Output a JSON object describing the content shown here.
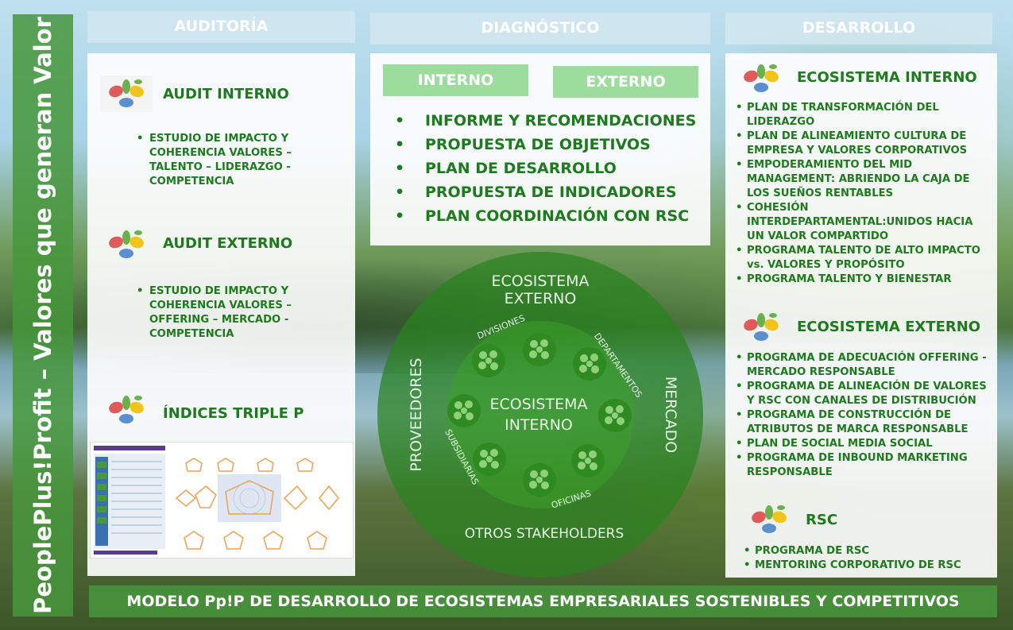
{
  "side_title": "PeoplePlus!Profit – Valores que generan Valor",
  "columns": {
    "auditoria": "AUDITORÍA",
    "diagnostico": "DIAGNÓSTICO",
    "desarrollo": "DESARROLLO"
  },
  "auditoria": {
    "interno": {
      "title": "AUDIT INTERNO",
      "bullet": "ESTUDIO DE IMPACTO Y COHERENCIA VALORES – TALENTO – LIDERAZGO - COMPETENCIA"
    },
    "externo": {
      "title": "AUDIT EXTERNO",
      "bullet": "ESTUDIO DE IMPACTO Y COHERENCIA VALORES – OFFERING – MERCADO - COMPETENCIA"
    },
    "triple": {
      "title": "ÍNDICES TRIPLE P"
    }
  },
  "diagnostico": {
    "tabs": [
      "INTERNO",
      "EXTERNO"
    ],
    "items": [
      "INFORME Y RECOMENDACIONES",
      "PROPUESTA DE OBJETIVOS",
      "PLAN DE DESARROLLO",
      "PROPUESTA DE INDICADORES",
      "PLAN COORDINACIÓN CON RSC"
    ]
  },
  "ecosystem": {
    "outer_top_1": "ECOSISTEMA",
    "outer_top_2": "EXTERNO",
    "left": "PROVEEDORES",
    "right": "MERCADO",
    "bottom": "OTROS STAKEHOLDERS",
    "inner_1": "ECOSISTEMA",
    "inner_2": "INTERNO",
    "divisiones": "DIVISIONES",
    "departamentos": "DEPARTAMENTOS",
    "subsidiarias": "SUBSIDIARIAS",
    "oficinas": "OFICINAS"
  },
  "desarrollo": {
    "interno": {
      "title": "ECOSISTEMA INTERNO",
      "items": [
        "PLAN DE TRANSFORMACIÓN DEL LIDERAZGO",
        "PLAN DE ALINEAMIENTO CULTURA DE EMPRESA Y VALORES CORPORATIVOS",
        "EMPODERAMIENTO DEL MID MANAGEMENT: ABRIENDO LA CAJA DE LOS SUEÑOS RENTABLES",
        "COHESIÓN INTERDEPARTAMENTAL:UNIDOS HACIA UN VALOR COMPARTIDO",
        "PROGRAMA TALENTO DE ALTO IMPACTO vs. VALORES Y PROPÓSITO",
        "PROGRAMA TALENTO Y BIENESTAR"
      ]
    },
    "externo": {
      "title": "ECOSISTEMA EXTERNO",
      "items": [
        "PROGRAMA DE ADECUACIÓN OFFERING - MERCADO RESPONSABLE",
        "PROGRAMA DE ALINEACIÓN DE VALORES Y RSC CON CANALES DE DISTRIBUCIÓN",
        "PROGRAMA DE CONSTRUCCIÓN DE ATRIBUTOS DE MARCA RESPONSABLE",
        "PLAN DE SOCIAL MEDIA SOCIAL",
        "PROGRAMA DE INBOUND MARKETING RESPONSABLE"
      ]
    },
    "rsc": {
      "title": "RSC",
      "items": [
        "PROGRAMA DE RSC",
        "MENTORING CORPORATIVO DE RSC"
      ]
    }
  },
  "footer": "MODELO Pp!P DE DESARROLLO DE ECOSISTEMAS EMPRESARIALES SOSTENIBLES Y COMPETITIVOS"
}
